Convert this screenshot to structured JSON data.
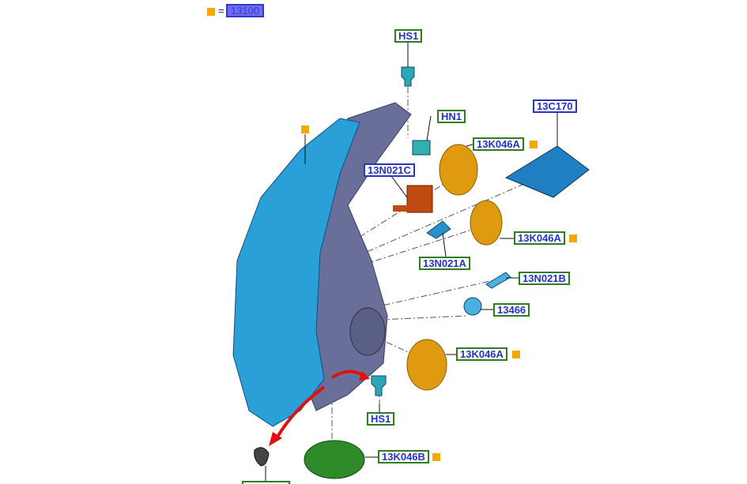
{
  "legend": {
    "symbol_color": "#f5a800",
    "equals": "=",
    "code": "13100"
  },
  "callouts": [
    {
      "id": "hs1-top",
      "text": "HS1",
      "style": "part"
    },
    {
      "id": "hn1",
      "text": "HN1",
      "style": "part"
    },
    {
      "id": "13c170",
      "text": "13C170",
      "style": "assembly"
    },
    {
      "id": "13k046a-1",
      "text": "13K046A",
      "style": "part",
      "marked": true
    },
    {
      "id": "13n021c",
      "text": "13N021C",
      "style": "assembly"
    },
    {
      "id": "13k046a-2",
      "text": "13K046A",
      "style": "part",
      "marked": true
    },
    {
      "id": "13n021a",
      "text": "13N021A",
      "style": "part"
    },
    {
      "id": "13n021b",
      "text": "13N021B",
      "style": "part"
    },
    {
      "id": "13466",
      "text": "13466",
      "style": "part"
    },
    {
      "id": "13k046a-3",
      "text": "13K046A",
      "style": "part",
      "marked": true
    },
    {
      "id": "hs1-bottom",
      "text": "HS1",
      "style": "part"
    },
    {
      "id": "13k046b",
      "text": "13K046B",
      "style": "part",
      "marked": true
    }
  ],
  "colors": {
    "housing": "#2a9fd8",
    "body": "#6a6f9a",
    "cap": "#e09a10",
    "bulb": "#2aa0c8",
    "module": "#1f7fc0",
    "seal": "#2f8a2a",
    "arrow": "#e01010"
  }
}
